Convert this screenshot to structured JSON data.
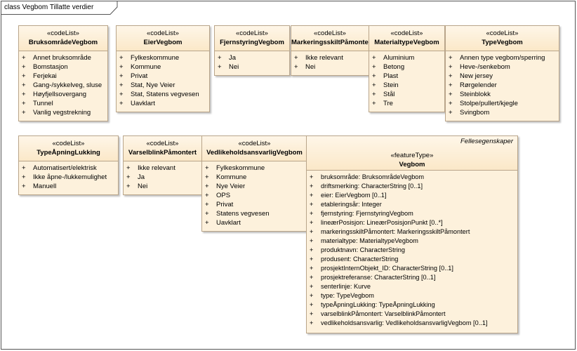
{
  "frame_title": "class Vegbom Tillatte verdier",
  "classes": [
    {
      "id": "bruksomrade",
      "stereotype": "«codeList»",
      "name": "BruksområdeVegbom",
      "attrs": [
        "Annet bruksområde",
        "Bomstasjon",
        "Ferjekai",
        "Gang-/sykkelveg, sluse",
        "Høyfjellsovergang",
        "Tunnel",
        "Vanlig vegstrekning"
      ]
    },
    {
      "id": "eier",
      "stereotype": "«codeList»",
      "name": "EierVegbom",
      "attrs": [
        "Fylkeskommune",
        "Kommune",
        "Privat",
        "Stat, Nye Veier",
        "Stat, Statens vegvesen",
        "Uavklart"
      ]
    },
    {
      "id": "fjernstyring",
      "stereotype": "«codeList»",
      "name": "FjernstyringVegbom",
      "attrs": [
        "Ja",
        "Nei"
      ]
    },
    {
      "id": "markeringsskilt",
      "stereotype": "«codeList»",
      "name": "MarkeringsskiltPåmontert",
      "attrs": [
        "Ikke relevant",
        "Nei"
      ]
    },
    {
      "id": "materialtype",
      "stereotype": "«codeList»",
      "name": "MaterialtypeVegbom",
      "attrs": [
        "Aluminium",
        "Betong",
        "Plast",
        "Stein",
        "Stål",
        "Tre"
      ]
    },
    {
      "id": "typevegbom",
      "stereotype": "«codeList»",
      "name": "TypeVegbom",
      "attrs": [
        "Annen type vegbom/sperring",
        "Heve-/senkebom",
        "New jersey",
        "Rørgelender",
        "Steinblokk",
        "Stolpe/pullert/kjegle",
        "Svingbom"
      ]
    },
    {
      "id": "typeapning",
      "stereotype": "«codeList»",
      "name": "TypeÅpningLukking",
      "attrs": [
        "Automatisert/elektrisk",
        "Ikke åpne-/lukkemulighet",
        "Manuell"
      ]
    },
    {
      "id": "varselblink",
      "stereotype": "«codeList»",
      "name": "VarselblinkPåmontert",
      "attrs": [
        "Ikke relevant",
        "Ja",
        "Nei"
      ]
    },
    {
      "id": "vedlikehold",
      "stereotype": "«codeList»",
      "name": "VedlikeholdsansvarligVegbom",
      "attrs": [
        "Fylkeskommune",
        "Kommune",
        "Nye Veier",
        "OPS",
        "Privat",
        "Statens vegvesen",
        "Uavklart"
      ]
    },
    {
      "id": "vegbom",
      "tagged": "Fellesegenskaper",
      "stereotype": "«featureType»",
      "name": "Vegbom",
      "attrs": [
        "bruksområde: BruksområdeVegbom",
        "driftsmerking: CharacterString [0..1]",
        "eier: EierVegbom [0..1]",
        "etableringsår: Integer",
        "fjernstyring: FjernstyringVegbom",
        "lineærPosisjon: LineærPosisjonPunkt [0..*]",
        "markeringsskiltPåmontert: MarkeringsskiltPåmontert",
        "materialtype: MaterialtypeVegbom",
        "produktnavn: CharacterString",
        "produsent: CharacterString",
        "prosjektInternObjekt_ID: CharacterString [0..1]",
        "prosjektreferanse: CharacterString [0..1]",
        "senterlinje: Kurve",
        "type: TypeVegbom",
        "typeÅpningLukking: TypeÅpningLukking",
        "varselblinkPåmontert: VarselblinkPåmontert",
        "vedlikeholdsansvarlig: VedlikeholdsansvarligVegbom [0..1]"
      ]
    }
  ],
  "visibility_symbol": "+"
}
